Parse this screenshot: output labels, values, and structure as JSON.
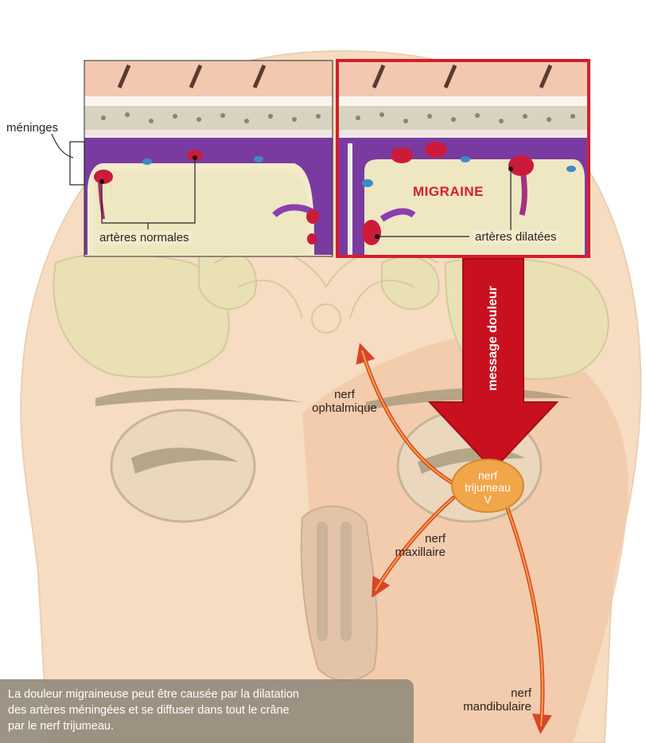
{
  "labels": {
    "meninges": "méninges",
    "normal_arteries": "artères normales",
    "migraine": "MIGRAINE",
    "dilated_arteries": "artères dilatées",
    "pain_message": "message douleur",
    "ophthalmic_1": "nerf",
    "ophthalmic_2": "ophtalmique",
    "trigeminal_1": "nerf",
    "trigeminal_2": "trijumeau",
    "trigeminal_3": "V",
    "maxillary_1": "nerf",
    "maxillary_2": "maxillaire",
    "mandibular_1": "nerf",
    "mandibular_2": "mandibulaire"
  },
  "caption": [
    "La douleur migraineuse peut être causée par la dilatation",
    "des artères méningées et se diffuser dans tout le crâne",
    "par le nerf trijumeau."
  ],
  "colors": {
    "accent_red": "#d41f2b",
    "skin": "#f6dcc0",
    "caption_bg": "#968c7d"
  }
}
